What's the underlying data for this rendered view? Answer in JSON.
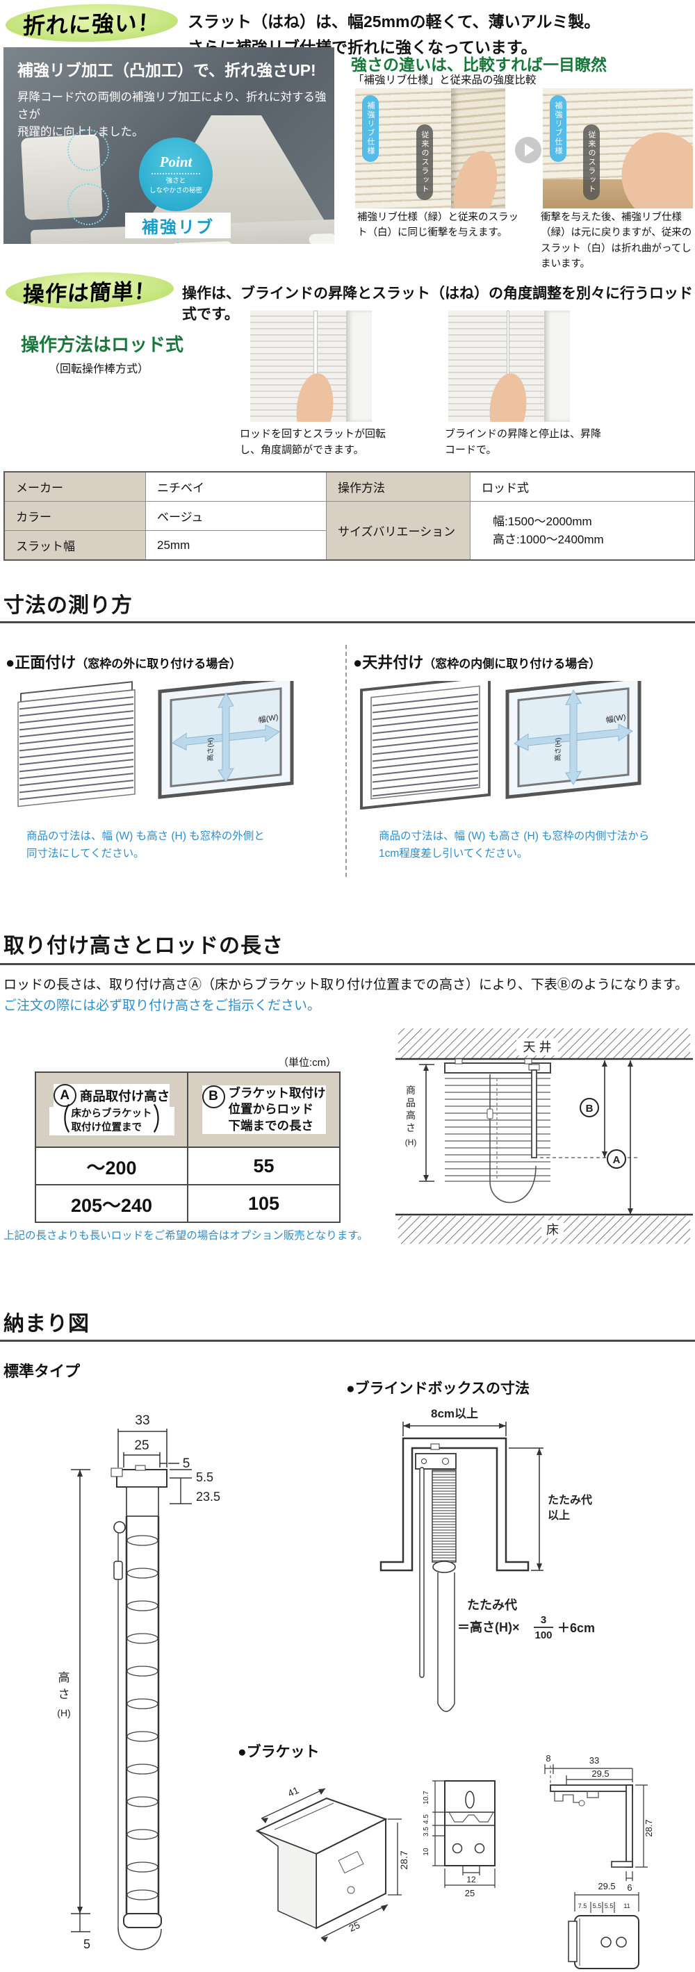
{
  "colors": {
    "badge_green": "#bfe173",
    "heading_green": "#17783a",
    "text_blue": "#2a8dcd",
    "table_header_bg": "#d8d0c3",
    "label_blue": "#55bce8"
  },
  "sec1": {
    "badge": "折れに強い！",
    "headline1": "スラット（はね）は、幅25mmの軽くて、薄いアルミ製。",
    "headline2": "さらに補強リブ仕様で折れに強くなっています。",
    "photo": {
      "title": "補強リブ加工（凸加工）で、折れ強さUP!",
      "body1": "昇降コード穴の両側の補強リブ加工により、折れに対する強さが",
      "body2": "飛躍的に向上しました。",
      "point": "Point",
      "point_sub1": "強さと",
      "point_sub2": "しなやかさの秘密",
      "point_tag": "補強リブ"
    },
    "cmp": {
      "title": "強さの違いは、比較すれば一目瞭然",
      "subtitle": "「補強リブ仕様」と従来品の強度比較",
      "tag_rib": "補強リブ仕様",
      "tag_old": "従来のスラット",
      "caption1": "補強リブ仕様（緑）と従来のスラット（白）に同じ衝撃を与えます。",
      "caption2": "衝撃を与えた後、補強リブ仕様（緑）は元に戻りますが、従来のスラット（白）は折れ曲がってしまいます。"
    }
  },
  "sec2": {
    "badge": "操作は簡単！",
    "headline": "操作は、ブラインドの昇降とスラット（はね）の角度調整を別々に行うロッド式です。",
    "method": "操作方法はロッド式",
    "method_sub": "（回転操作棒方式）",
    "caption1": "ロッドを回すとスラットが回転し、角度調節ができます。",
    "caption2": "ブラインドの昇降と停止は、昇降コードで。"
  },
  "spec": {
    "left": [
      {
        "label": "メーカー",
        "value": "ニチベイ"
      },
      {
        "label": "カラー",
        "value": "ベージュ"
      },
      {
        "label": "スラット幅",
        "value": "25mm"
      }
    ],
    "right_row1": {
      "label": "操作方法",
      "value": "ロッド式"
    },
    "right_row2": {
      "label": "サイズバリエーション",
      "value1": "幅:1500～2000mm",
      "value2": "高さ:1000～2400mm"
    }
  },
  "measure": {
    "title": "寸法の測り方",
    "label_w": "幅(W)",
    "label_h": "高さ(H)",
    "front": {
      "heading": "●正面付け",
      "heading_sub": "（窓枠の外に取り付ける場合）",
      "cap1": "商品の寸法は、幅 (W) も高さ (H) も窓枠の外側と",
      "cap2": "同寸法にしてください。"
    },
    "ceil": {
      "heading": "●天井付け",
      "heading_sub": "（窓枠の内側に取り付ける場合）",
      "cap1": "商品の寸法は、幅 (W) も高さ (H) も窓枠の内側寸法から",
      "cap2": "1cm程度差し引いてください。"
    }
  },
  "rod": {
    "title": "取り付け高さとロッドの長さ",
    "body": "ロッドの長さは、取り付け高さⒶ（床からブラケット取り付け位置までの高さ）により、下表Ⓑのようになります。",
    "body_blue": "ご注文の際には必ず取り付け高さをご指示ください。",
    "unit": "（単位:cm）",
    "table": {
      "a_mark": "A",
      "a_title": "商品取付け高さ",
      "a_sub1": "床からブラケット",
      "a_sub2": "取付け位置まで",
      "b_mark": "B",
      "b_title1": "ブラケット取付け",
      "b_title2": "位置からロッド",
      "b_title3": "下端までの長さ",
      "rows": [
        {
          "a": "～200",
          "b": "55"
        },
        {
          "a": "205～240",
          "b": "105"
        }
      ]
    },
    "note": "上記の長さよりも長いロッドをご希望の場合はオプション販売となります。",
    "dg": {
      "ceiling": "天 井",
      "floor": "床",
      "a": "A",
      "b": "B",
      "h1": "商",
      "h2": "品",
      "h3": "高",
      "h4": "さ",
      "h5": "(H)"
    }
  },
  "fig": {
    "title": "納まり図",
    "standard": "標準タイプ",
    "box_title": "●ブラインドボックスの寸法",
    "bracket_title": "●ブラケット",
    "std": {
      "w33": "33",
      "w25": "25",
      "w5": "5",
      "h55": "5.5",
      "h235": "23.5",
      "hc1": "高",
      "hc2": "さ",
      "hc3": "(H)",
      "b5": "5"
    },
    "box": {
      "top": "8cm以上",
      "right1": "たたみ代",
      "right2": "以上",
      "f1": "たたみ代",
      "f2": "＝高さ(H)×",
      "fn": "3",
      "fd": "100",
      "f3": "＋6cm"
    },
    "bk": {
      "iso": {
        "w": "41",
        "h": "28.7",
        "d": "25"
      },
      "front": {
        "s1": "10.7",
        "s2": "4.5",
        "s3": "3.5",
        "s4": "10",
        "b1": "12",
        "b2": "25"
      },
      "side": {
        "t1": "8",
        "t2": "33",
        "t3": "29.5",
        "r": "28.7",
        "b": "6"
      },
      "bottom": {
        "t": "29.5",
        "s1": "7.5",
        "s2": "5.5",
        "s3": "5.5",
        "s4": "11"
      }
    }
  }
}
